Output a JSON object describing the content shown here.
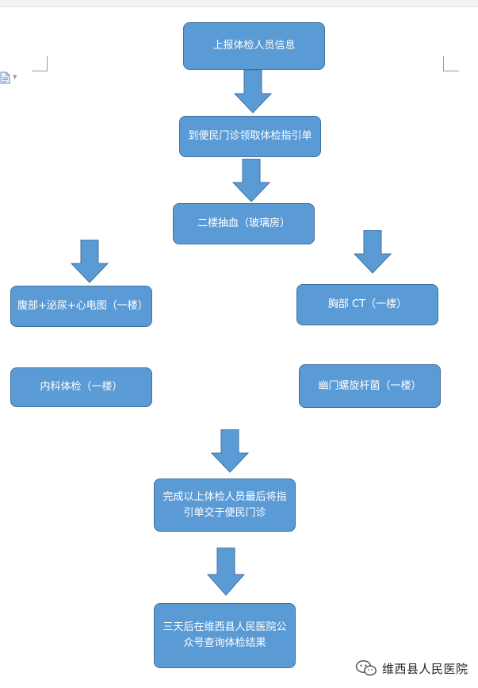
{
  "colors": {
    "box_fill": "#5b9bd5",
    "box_border": "#41719c",
    "arrow": "#5b9bd5"
  },
  "steps": {
    "report": "上报体检人员信息",
    "guide": "到便民门诊领取体检指引单",
    "blood": "二楼抽血（玻璃房）",
    "abdomen": "腹部+泌尿+心电图（一楼）",
    "chest": "胸部 CT（一楼）",
    "internal": "内科体检（一楼）",
    "hp": "幽门螺旋杆菌（一楼）",
    "submit": "完成以上体检人员最后将指引单交于便民门诊",
    "result": "三天后在维西县人民医院公众号查询体检结果"
  },
  "watermark": {
    "text": "维西县人民医院",
    "icon": "wechat-icon"
  },
  "toolbar": {
    "icon": "document-icon"
  }
}
